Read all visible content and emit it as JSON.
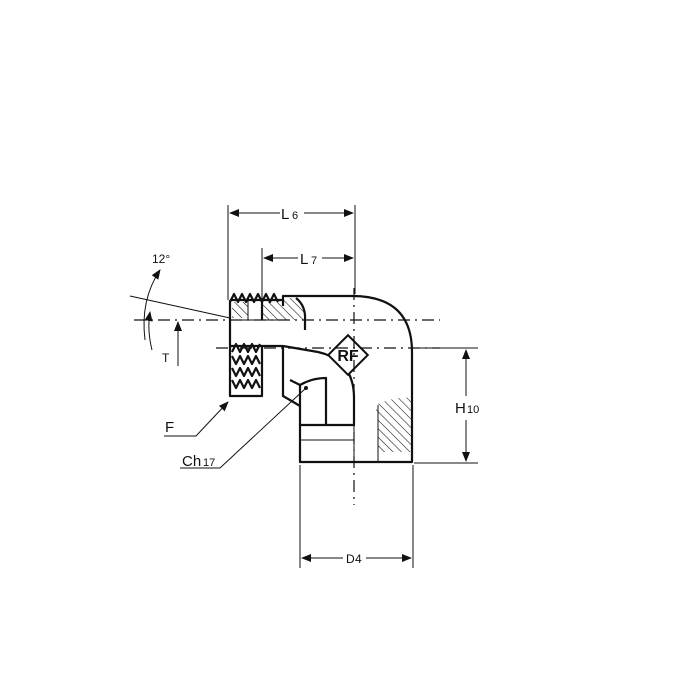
{
  "labels": {
    "l6": {
      "main": "L",
      "sub": "6"
    },
    "l7": {
      "main": "L",
      "sub": "7"
    },
    "angle": "12°",
    "t": "T",
    "f": "F",
    "ch17": {
      "main": "Ch",
      "sub": "17"
    },
    "h10": {
      "main": "H",
      "sub": "10"
    },
    "d4": {
      "main": "D",
      "sub": "4"
    },
    "logo": "RF"
  },
  "colors": {
    "ink": "#111111",
    "background": "#ffffff"
  }
}
